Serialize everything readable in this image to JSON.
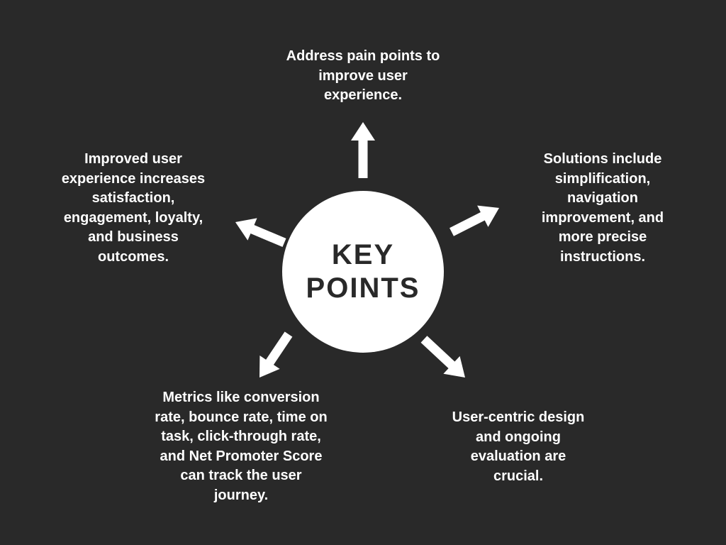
{
  "colors": {
    "background": "#292929",
    "circle_fill": "#ffffff",
    "arrow_fill": "#ffffff",
    "point_text": "#ffffff",
    "center_text": "#292929"
  },
  "diagram": {
    "center": {
      "title": "KEY\nPOINTS"
    },
    "points": {
      "top": {
        "text": "Address pain points to\nimprove user\nexperience."
      },
      "right": {
        "text": "Solutions include\nsimplification,\nnavigation\nimprovement, and\nmore precise\ninstructions."
      },
      "bottom_right": {
        "text": "User-centric design\nand ongoing\nevaluation are\ncrucial."
      },
      "bottom_left": {
        "text": "Metrics like conversion\nrate, bounce rate, time on\ntask, click-through rate,\nand Net Promoter Score\ncan track the user\njourney."
      },
      "left": {
        "text": "Improved user\nexperience increases\nsatisfaction,\nengagement, loyalty,\nand business\noutcomes."
      }
    }
  }
}
